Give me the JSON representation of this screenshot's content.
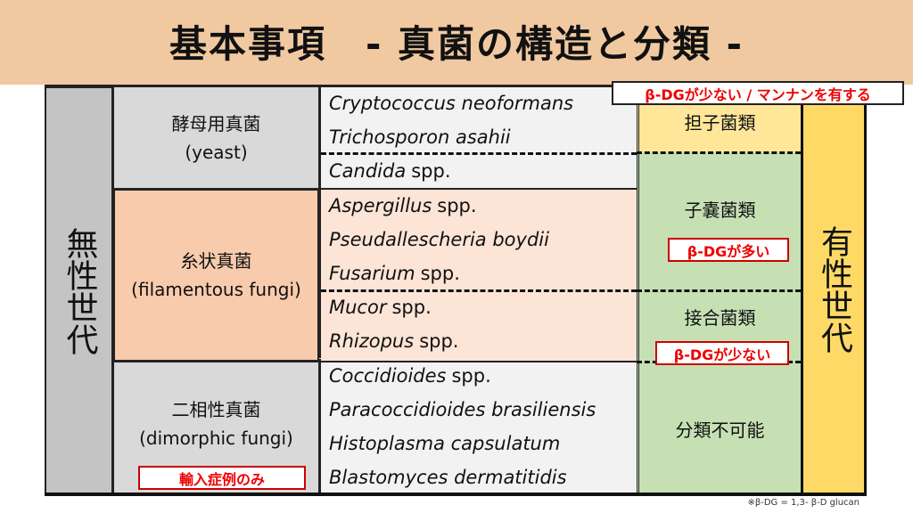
{
  "title": "基本事項　- 真菌の構造と分類 -",
  "asexual": "無性世代",
  "sexual": "有性世代",
  "groups": [
    {
      "name": "酵母用真菌",
      "en": "(yeast)"
    },
    {
      "name": "糸状真菌",
      "en": "(filamentous fungi)"
    },
    {
      "name": "二相性真菌",
      "en": "(dimorphic fungi)",
      "badge": "輸入症例のみ"
    }
  ],
  "species": [
    {
      "genus": "Cryptococcus neoformans",
      "suffix": ""
    },
    {
      "genus": "Trichosporon asahii",
      "suffix": ""
    },
    {
      "genus": "Candida",
      "suffix": "spp."
    },
    {
      "genus": "Aspergillus",
      "suffix": "spp."
    },
    {
      "genus": "Pseudallescheria boydii",
      "suffix": ""
    },
    {
      "genus": "Fusarium",
      "suffix": "spp."
    },
    {
      "genus": "Mucor",
      "suffix": "spp."
    },
    {
      "genus": "Rhizopus",
      "suffix": "spp."
    },
    {
      "genus": "Coccidioides",
      "suffix": "spp."
    },
    {
      "genus": "Paracoccidioides brasiliensis",
      "suffix": ""
    },
    {
      "genus": "Histoplasma capsulatum",
      "suffix": ""
    },
    {
      "genus": "Blastomyces dermatitidis",
      "suffix": ""
    }
  ],
  "classes": [
    {
      "name": "担子菌類",
      "badge": "β-DGが少ない / マンナンを有する"
    },
    {
      "name": "子嚢菌類",
      "badge": "β-DGが多い"
    },
    {
      "name": "接合菌類",
      "badge": "β-DGが少ない"
    },
    {
      "name": "分類不可能"
    }
  ],
  "footnote": "※β-DG = 1,3- β-D glucan"
}
